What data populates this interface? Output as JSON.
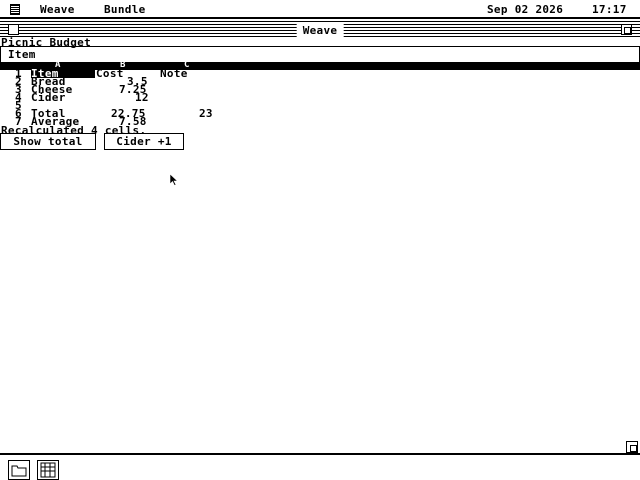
{
  "menubar": {
    "items": [
      "Weave",
      "Bundle"
    ],
    "date": "Sep 02 2026",
    "time": "17:17"
  },
  "window": {
    "title": "Weave"
  },
  "document": {
    "title": "Picnic Budget",
    "formula_value": "Item"
  },
  "columns": [
    "A",
    "B",
    "C"
  ],
  "rows": [
    {
      "num": "1",
      "a": "Item",
      "b": "Cost",
      "c": "Note",
      "d": ""
    },
    {
      "num": "2",
      "a": "Bread",
      "b": "3.5",
      "c": "",
      "d": ""
    },
    {
      "num": "3",
      "a": "Cheese",
      "b": "7.25",
      "c": "",
      "d": ""
    },
    {
      "num": "4",
      "a": "Cider",
      "b": "12",
      "c": "",
      "d": ""
    },
    {
      "num": "5",
      "a": "",
      "b": "",
      "c": "",
      "d": ""
    },
    {
      "num": "6",
      "a": "Total",
      "b": "22.75",
      "c": "",
      "d": "23"
    },
    {
      "num": "7",
      "a": "Average",
      "b": "7.58",
      "c": "",
      "d": ""
    }
  ],
  "status": "Recalculated 4 cells.",
  "buttons": {
    "show_total": "Show total",
    "cider_plus": "Cider +1"
  },
  "icons": {
    "apple": "apple-menu-icon",
    "close": "close-box-icon",
    "zoom": "zoom-box-icon",
    "resize": "resize-corner-icon",
    "folder": "folder-icon",
    "grid": "grid-app-icon",
    "cursor": "arrow-cursor-icon"
  }
}
